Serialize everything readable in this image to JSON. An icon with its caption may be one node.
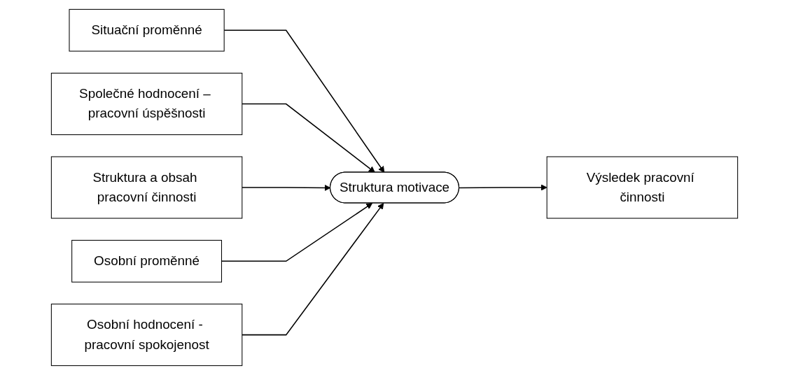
{
  "diagram": {
    "nodes": [
      {
        "text": [
          "Situační proměnné"
        ]
      },
      {
        "text": [
          "Společné hodnocení – pracovní úspěšnosti"
        ]
      },
      {
        "text": [
          "Struktura a obsah pracovní činnosti"
        ]
      },
      {
        "text": [
          "Výsledek pracovní činnosti"
        ]
      },
      {
        "text": [
          "Struktura motivace"
        ]
      },
      {
        "text": [
          "Osobní proměnné"
        ]
      },
      {
        "text": [
          "Osobní hodnocení - pracovní spokojenost"
        ]
      }
    ],
    "edges": [
      {
        "from": 0,
        "to": 4,
        "arrow": "to"
      },
      {
        "from": 1,
        "to": 4,
        "arrow": "to"
      },
      {
        "from": 2,
        "to": 4,
        "arrow": "to"
      },
      {
        "from": 4,
        "to": 3,
        "arrow": "to"
      },
      {
        "from": 5,
        "to": 4,
        "arrow": "to"
      },
      {
        "from": 6,
        "to": 4,
        "arrow": "to"
      }
    ]
  }
}
